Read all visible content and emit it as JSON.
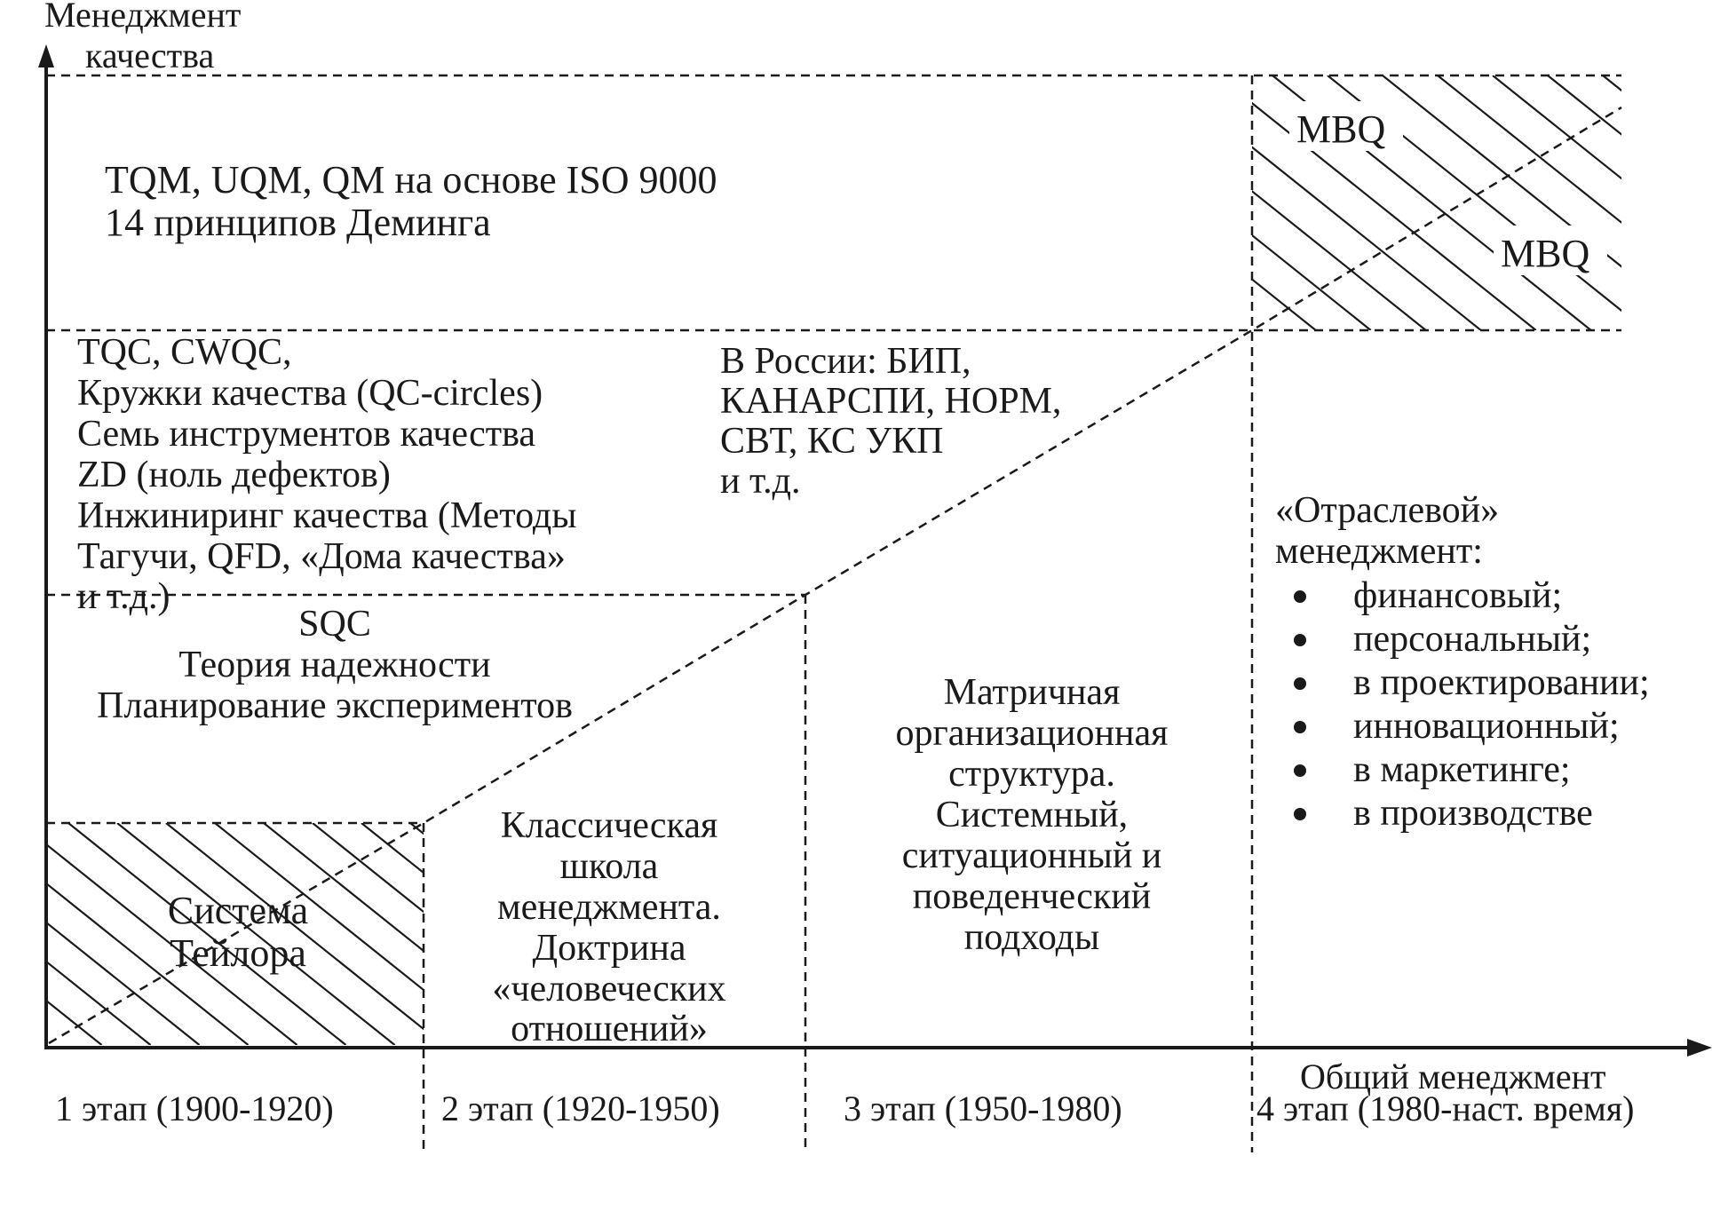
{
  "y_axis_label": [
    "Менеджмент",
    "качества"
  ],
  "x_axis_label": "Общий менеджмент",
  "stages": [
    "1 этап (1900-1920)",
    "2 этап (1920-1950)",
    "3 этап (1950-1980)",
    "4 этап (1980-наст. время)"
  ],
  "quality_top": {
    "lines": [
      "TQM, UQM, QM на основе ISO 9000",
      "14 принципов Деминга"
    ]
  },
  "quality_middle": {
    "lines": [
      "TQC, CWQC,",
      "Кружки качества (QC-circles)",
      "Семь инструментов качества",
      "ZD (ноль дефектов)",
      "Инжиниринг качества (Методы",
      "Тагучи, QFD, «Дома качества»",
      "и т.д.)"
    ]
  },
  "russia": {
    "lines": [
      "В России: БИП,",
      "КАНАРСПИ, НОРМ,",
      "СВТ, КС УКП",
      "и т.д."
    ]
  },
  "sqc": {
    "lines": [
      "SQC",
      "Теория надежности",
      "Планирование экспериментов"
    ]
  },
  "taylor": {
    "lines": [
      "Система",
      "Тейлора"
    ]
  },
  "classic": {
    "lines": [
      "Классическая",
      "школа",
      "менеджмента.",
      "Доктрина",
      "«человеческих",
      "отношений»"
    ]
  },
  "matrix": {
    "lines": [
      "Матричная",
      "организационная",
      "структура.",
      "Системный,",
      "ситуационный и",
      "поведенческий",
      "подходы"
    ]
  },
  "sectoral": {
    "title": [
      "«Отраслевой»",
      "менеджмент:"
    ],
    "items": [
      "финансовый;",
      "персональный;",
      "в проектировании;",
      "инновационный;",
      "в маркетинге;",
      "в производстве"
    ]
  },
  "mbq_labels": [
    "MBQ",
    "MBQ"
  ],
  "colors": {
    "ink": "#1a1a1a",
    "background": "#ffffff"
  }
}
